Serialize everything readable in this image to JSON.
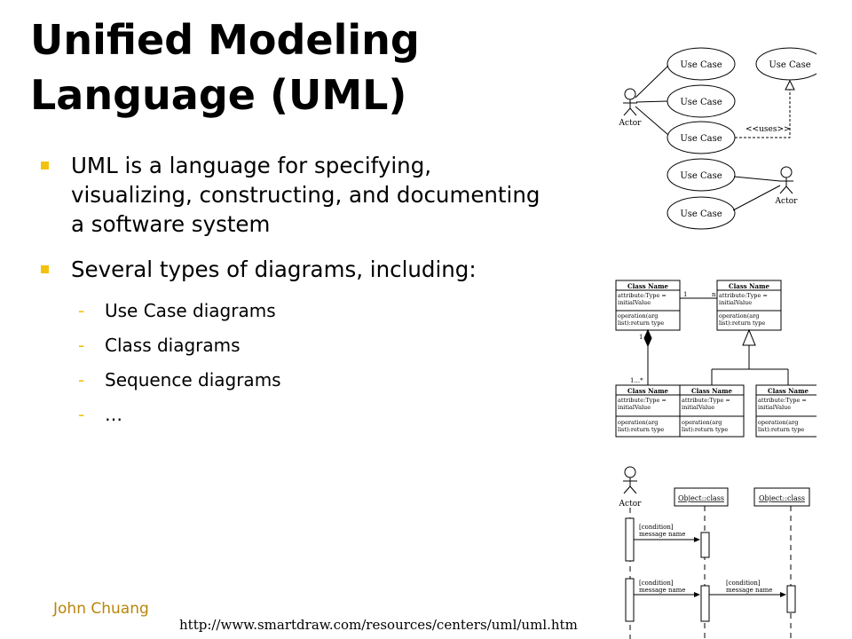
{
  "slide": {
    "title_line1": "Unified Modeling",
    "title_line2": "Language (UML)",
    "bullets": [
      "UML is a language for specifying, visualizing, constructing, and documenting a software system",
      "Several types of diagrams, including:"
    ],
    "subitems": [
      "Use Case diagrams",
      "Class diagrams",
      "Sequence diagrams",
      "…"
    ],
    "author": "John Chuang",
    "source_url": "http://www.smartdraw.com/resources/centers/uml/uml.htm",
    "accent_color": "#f2c20d",
    "author_color": "#b8860b"
  },
  "use_case_diagram": {
    "use_case_label": "Use Case",
    "actor_label": "Actor",
    "uses_label": "<<uses>>"
  },
  "class_diagram": {
    "class_name": "Class Name",
    "attribute_line1": "attribute:Type =",
    "attribute_line2": "initialValue",
    "operation_line1": "operation(arg",
    "operation_line2": "list):return type",
    "mult_one": "1",
    "mult_many_a": "n",
    "mult_many_b": "1...*"
  },
  "sequence_diagram": {
    "actor_label": "Actor",
    "object_label": "Object::class",
    "condition": "[condition]",
    "message": "message name"
  }
}
